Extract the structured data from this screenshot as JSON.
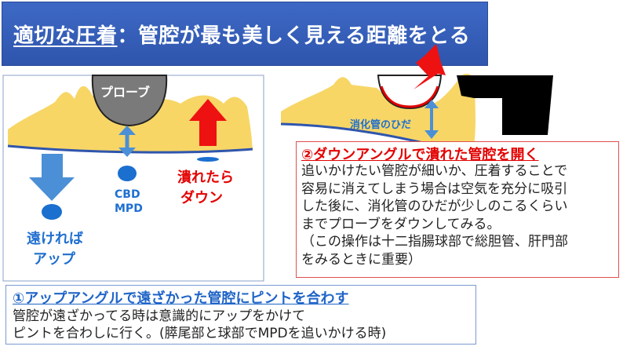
{
  "title": {
    "part1": "適切な圧着",
    "part2": "：管腔が最も美しく見える距離をとる"
  },
  "left_diagram": {
    "probe_label": "プローブ",
    "cbd_label": "CBD",
    "mpd_label": "MPD",
    "far_label_line1": "遠ければ",
    "far_label_line2": "アップ",
    "crushed_label_line1": "潰れたら",
    "crushed_label_line2": "ダウン"
  },
  "right_diagram": {
    "fold_label": "消化管のひだ"
  },
  "tip2": {
    "heading": "②ダウンアングルで潰れた管腔を開く",
    "lines": [
      "追いかけたい管腔が細いか、圧着することで",
      "容易に消えてしまう場合は空気を充分に吸引",
      "した後に、消化管のひだが少しのこるくらい",
      "までプローブをダウンしてみる。",
      "（この操作は十二指腸球部で総胆管、肝門部",
      "をみるときに重要）"
    ]
  },
  "tip1": {
    "heading": "①アップアングルで遠ざかった管腔にピントを合わす",
    "lines": [
      "管腔が遠ざかってる時は意識的にアップをかけて",
      "ピントを合わしに行く。(膵尾部と球部でMPDを追いかける時)"
    ]
  },
  "colors": {
    "title_bg": "#3460b8",
    "tissue_fill": "#f7d666",
    "tissue_edge": "#2f55ad",
    "probe_fill": "#7a7a7a",
    "arrow_red": "#ee1111",
    "arrow_blue": "#4b8fd6",
    "duct_blue": "#1a6fcf",
    "label_blue": "#1f6fd0",
    "label_red": "#e30000"
  },
  "icons": {
    "down_arrow": "blue-down-arrow-icon",
    "double_arrow": "double-arrow-icon",
    "up_arrow": "red-up-arrow-icon",
    "diag_arrow": "red-diagonal-arrow-icon"
  }
}
